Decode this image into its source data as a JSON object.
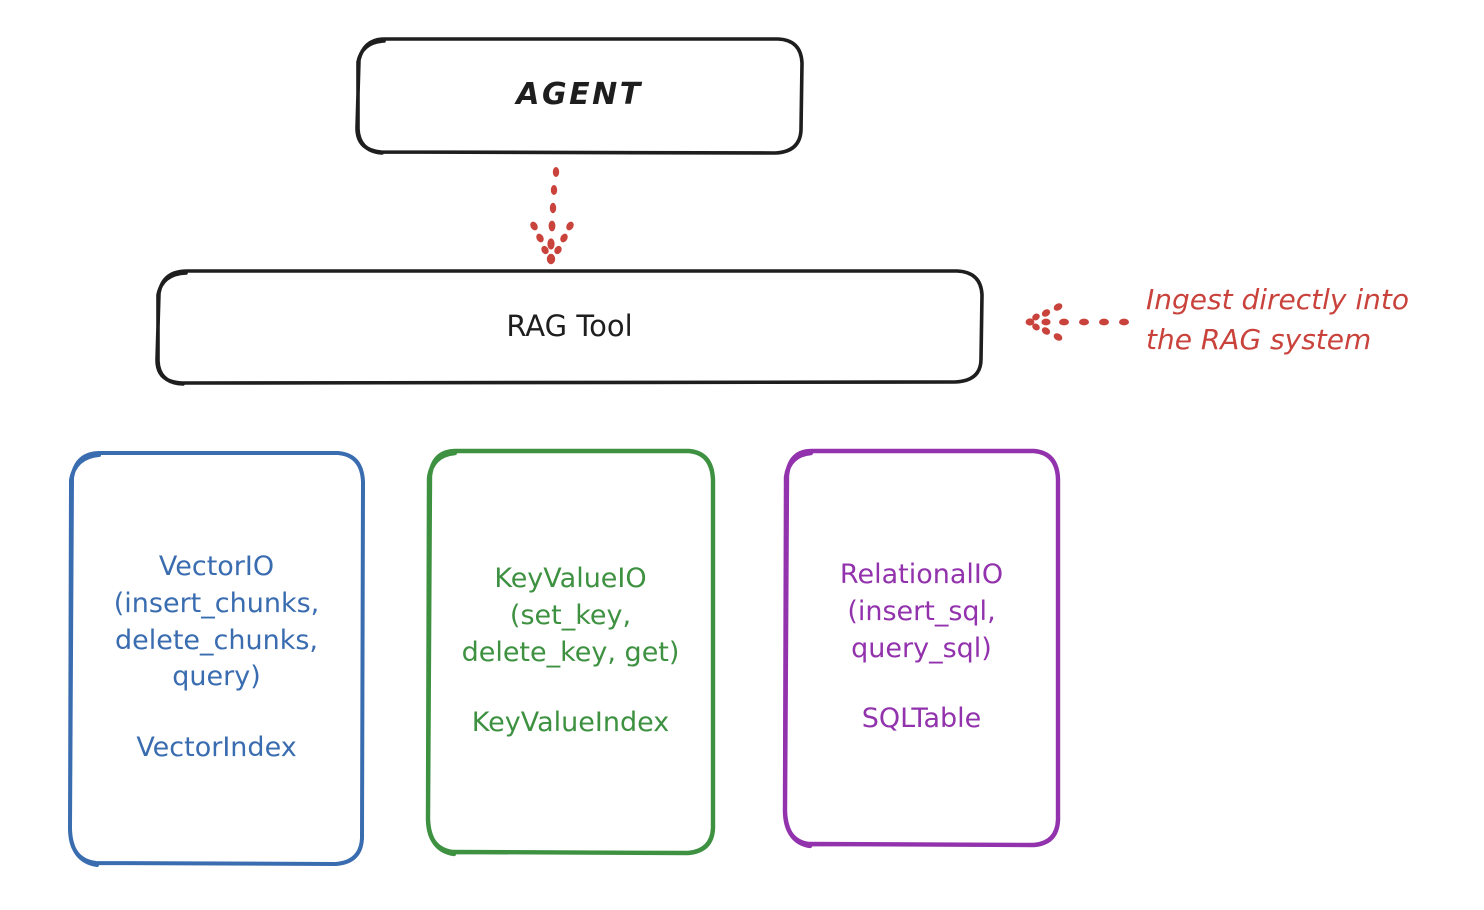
{
  "diagram": {
    "title_node": {
      "label": "AGENT"
    },
    "tool_node": {
      "label": "RAG Tool"
    },
    "annotation": {
      "line1": "Ingest directly into",
      "line2": "the RAG system",
      "color": "#c9433c"
    },
    "arrows": [
      {
        "name": "agent-to-rag-arrow",
        "style": "dotted",
        "direction": "down",
        "color": "#c9433c"
      },
      {
        "name": "annotation-to-rag-arrow",
        "style": "dotted",
        "direction": "left",
        "color": "#c9433c"
      }
    ],
    "columns": [
      {
        "name": "vector",
        "io_label": "VectorIO\n(insert_chunks,\ndelete_chunks,\nquery)",
        "index_label": "VectorIndex",
        "color": "#3a6cb0"
      },
      {
        "name": "keyvalue",
        "io_label": "KeyValueIO\n(set_key,\ndelete_key, get)",
        "index_label": "KeyValueIndex",
        "color": "#3d9140"
      },
      {
        "name": "relational",
        "io_label": "RelationalIO\n(insert_sql,\nquery_sql)",
        "index_label": "SQLTable",
        "color": "#9232ac"
      }
    ],
    "colors": {
      "stroke_black": "#1e1e1e",
      "background": "#ffffff"
    }
  }
}
